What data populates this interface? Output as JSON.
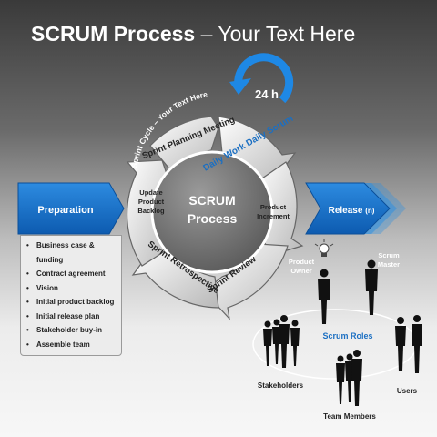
{
  "title": {
    "bold": "SCRUM Process",
    "rest": " – Your Text Here"
  },
  "cycle": {
    "center_line1": "SCRUM",
    "center_line2": "Process",
    "arc_label": "Sprint Cycle – Your Text Here",
    "timer": "24 h",
    "segments": {
      "planning": "Sprint Planning Meeting",
      "daily": "Daily Work Daily Scrum",
      "increment_line1": "Product",
      "increment_line2": "Increment",
      "review": "Sprint Review",
      "retro": "Sprint Retrospective",
      "backlog_line1": "Update",
      "backlog_line2": "Product",
      "backlog_line3": "Backlog"
    }
  },
  "preparation": {
    "label": "Preparation",
    "items": [
      "Business case & funding",
      "Contract agreement",
      "Vision",
      "Initial product backlog",
      "Initial release plan",
      "Stakeholder buy-in",
      "Assemble team"
    ]
  },
  "release": {
    "label": "Release",
    "suffix": "(n)"
  },
  "roles": {
    "center": "Scrum Roles",
    "product_owner": "Product Owner",
    "scrum_master": "Scrum Master",
    "stakeholders": "Stakeholders",
    "users": "Users",
    "team_members": "Team Members"
  },
  "colors": {
    "accent": "#1b6fc2",
    "arrow": "#1e88e5"
  }
}
